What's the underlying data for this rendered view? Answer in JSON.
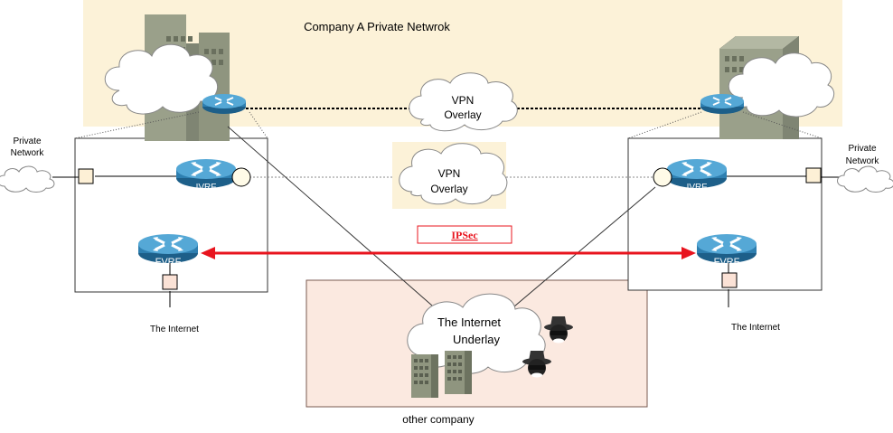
{
  "company_banner": {
    "title": "Company A Private Netwrok"
  },
  "vpn_top": {
    "line1": "VPN",
    "line2": "Overlay"
  },
  "vpn_mid": {
    "line1": "VPN",
    "line2": "Overlay"
  },
  "ipsec": {
    "label": "IPSec"
  },
  "left_site": {
    "private_network_line1": "Private",
    "private_network_line2": "Network",
    "ivrf": "IVRF",
    "fvrf": "FVRF",
    "internet": "The Internet"
  },
  "right_site": {
    "private_network_line1": "Private",
    "private_network_line2": "Network",
    "ivrf": "IVRF",
    "fvrf": "FVRF",
    "internet": "The Internet"
  },
  "internet_cloud": {
    "line1": "The Internet",
    "line2": "Underlay"
  },
  "other_company": {
    "label": "other company"
  },
  "colors": {
    "banner": "#fcf2d8",
    "other_company_bg": "#fbe9e0",
    "router": "#2e7fb0",
    "ipsec": "#e8141e",
    "building": "#9aa08a"
  }
}
